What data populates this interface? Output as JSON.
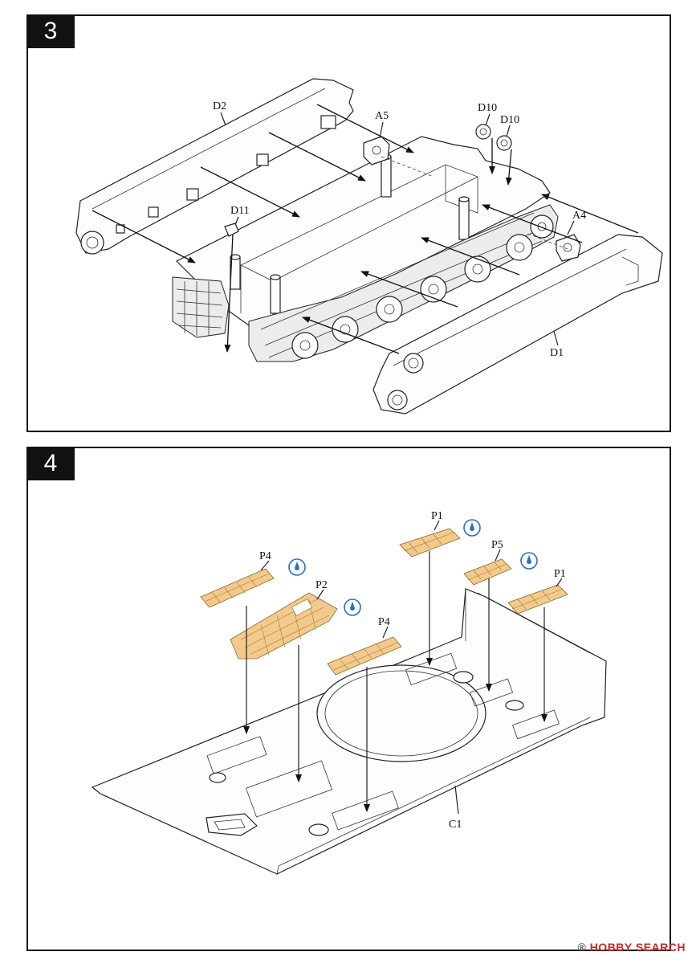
{
  "steps": [
    {
      "number": "3",
      "labels": {
        "d2": "D2",
        "a5": "A5",
        "d10a": "D10",
        "d10b": "D10",
        "d11": "D11",
        "a4": "A4",
        "d1": "D1"
      }
    },
    {
      "number": "4",
      "labels": {
        "p1a": "P1",
        "p1b": "P1",
        "p5": "P5",
        "p4a": "P4",
        "p4b": "P4",
        "p2": "P2",
        "c1": "C1"
      }
    }
  ],
  "icons": {
    "glue": "glue-drop-icon"
  },
  "colors": {
    "photo_etch": "#f4c98c",
    "glue_icon": "#2a6fc4",
    "badge": "#111111"
  },
  "watermark": {
    "brand": "HOBBY SEARCH",
    "symbol": "®"
  }
}
